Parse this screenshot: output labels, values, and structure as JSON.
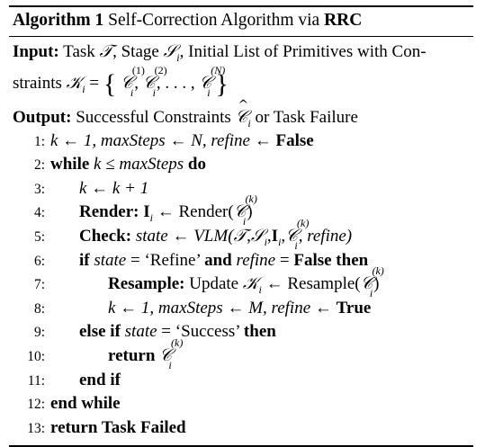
{
  "caption": {
    "label": "Algorithm 1",
    "text": "Self-Correction Algorithm via",
    "name": "RRC"
  },
  "input": {
    "label": "Input:",
    "text_a": "Task",
    "task_sym": "𝒯",
    "text_b": ", Stage",
    "stage_sym": "𝒮",
    "stage_sub": "i",
    "text_c": ", Initial List of Primitives with Con-",
    "text_d": "straints",
    "list_sym": "𝒦",
    "list_sub": "i",
    "eq": "=",
    "elem_sym": "𝒞",
    "elem_sub": "i",
    "sup1": "(1)",
    "sup2": "(2)",
    "supN": "(N)",
    "dots": ", . . . ,"
  },
  "output": {
    "label": "Output:",
    "text_a": "Successful Constraints",
    "hat_sym": "𝒞",
    "hat_sub": "i",
    "text_b": "or Task Failure"
  },
  "lines": [
    {
      "num": "1:"
    },
    {
      "num": "2:"
    },
    {
      "num": "3:"
    },
    {
      "num": "4:"
    },
    {
      "num": "5:"
    },
    {
      "num": "6:"
    },
    {
      "num": "7:"
    },
    {
      "num": "8:"
    },
    {
      "num": "9:"
    },
    {
      "num": "10:"
    },
    {
      "num": "11:"
    },
    {
      "num": "12:"
    },
    {
      "num": "13:"
    }
  ],
  "kw": {
    "while": "while",
    "do": "do",
    "render": "Render:",
    "check": "Check:",
    "if": "if",
    "and": "and",
    "false_then": "False then",
    "resample": "Resample:",
    "true": "True",
    "else_if": "else if",
    "then": "then",
    "return": "return",
    "end_if": "end if",
    "end_while": "end while",
    "return_fail": "return Task Failed",
    "false": "False"
  },
  "text": {
    "l1": "k ← 1, maxSteps ← N, refine ←",
    "l2": "k ≤ maxSteps",
    "l3": "k ← k + 1",
    "l4_a": "I",
    "l4_b": "← Render(",
    "l5_a": "state ← VLM(",
    "l5_b": "refine)",
    "l6_a": "state",
    "l6_b": "= ‘Refine’",
    "l6_c": "refine",
    "l6_d": "=",
    "l7_a": "Update",
    "l7_b": "← Resample(",
    "l8": "k ← 1, maxSteps ← M, refine ←",
    "l9_a": "state",
    "l9_b": "= ‘Success’",
    "sup_k": "(k)",
    "sub_i": "i",
    "close": ")",
    "comma": ",",
    "sym_T": "𝒯",
    "sym_S": "𝒮",
    "sym_I": "I",
    "sym_C": "𝒞",
    "sym_K": "𝒦"
  }
}
